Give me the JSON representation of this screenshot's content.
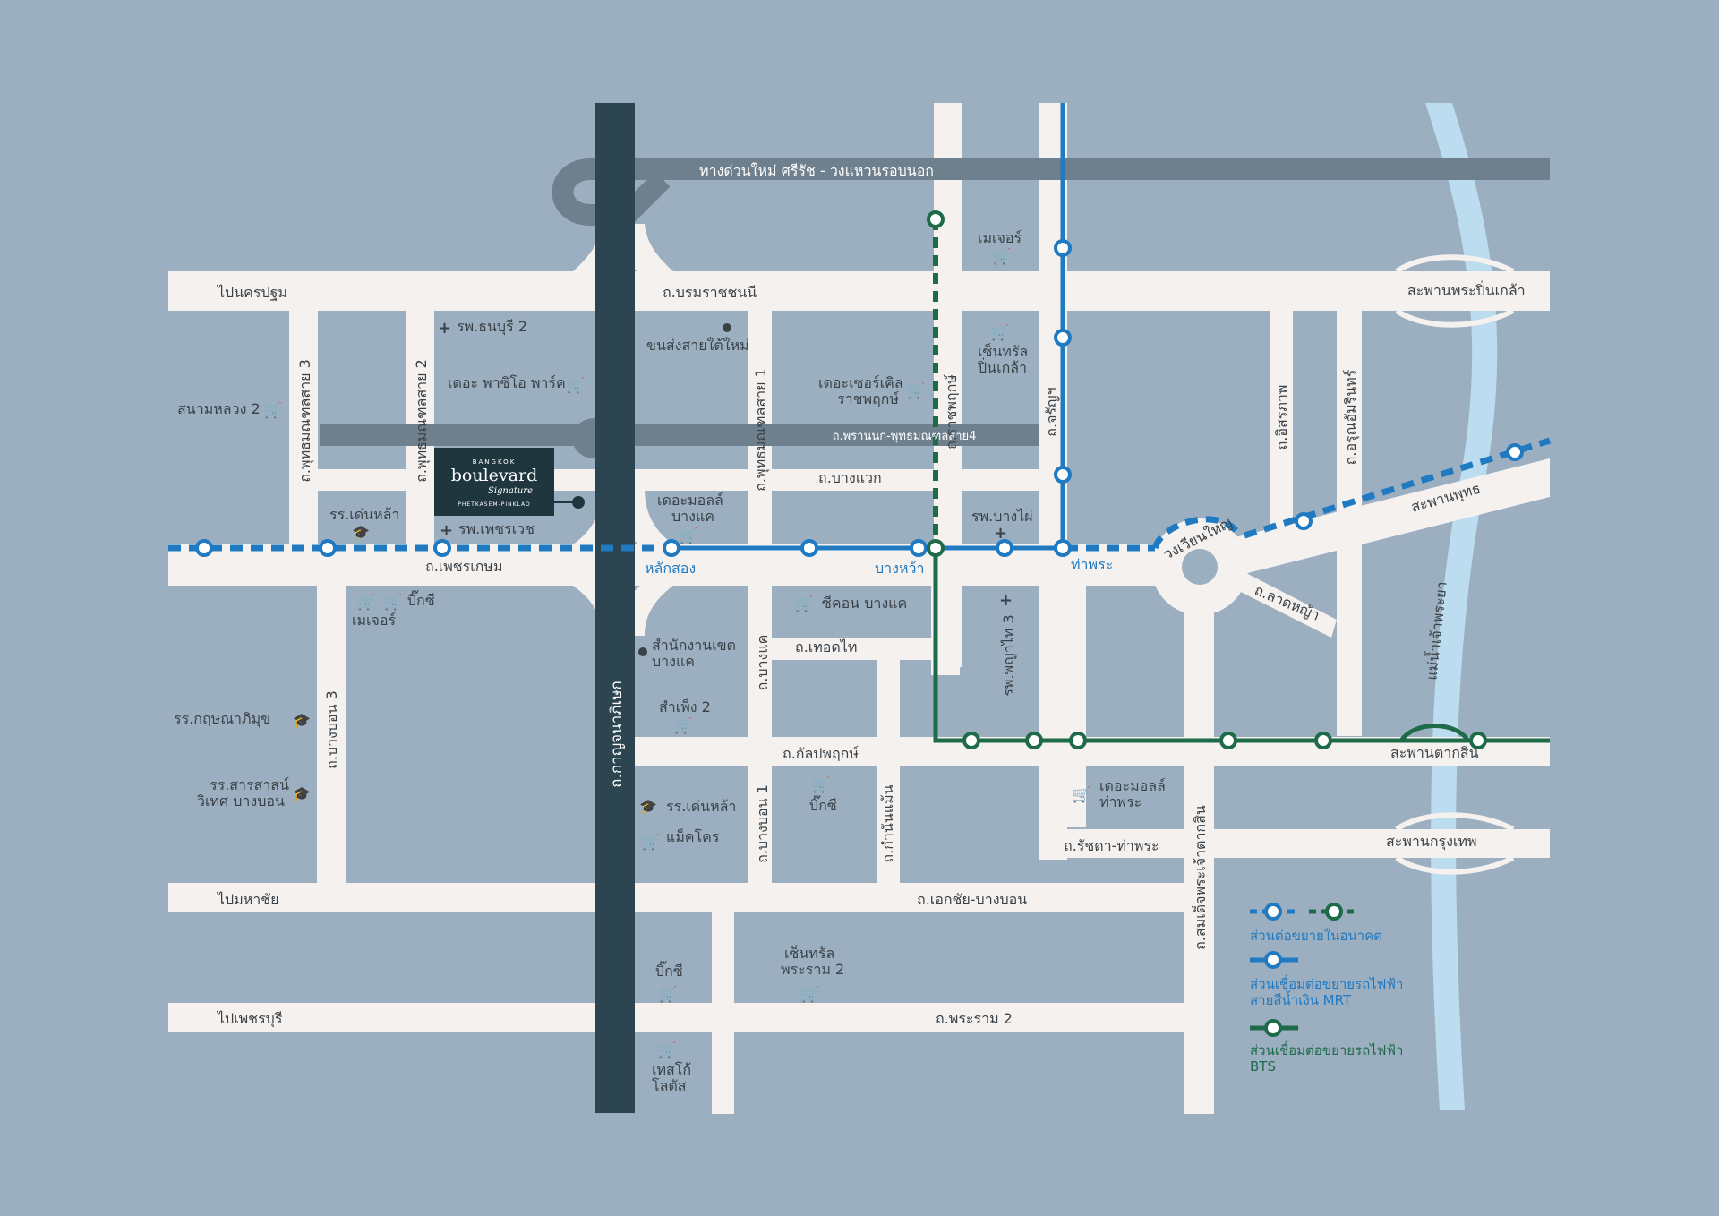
{
  "colors": {
    "background": "#9cafc0",
    "road": "#f5f1ee",
    "expressway": "#6e7f8d",
    "main_road": "#2c4550",
    "river": "#bcdcf0",
    "mrt_line": "#1f7ac2",
    "bts_line": "#1e6b4a",
    "text": "#3a4248"
  },
  "brand": {
    "top": "BANGKOK",
    "name": "boulevard",
    "script": "Signature",
    "sub": "PHETKASEM-PINKLAO"
  },
  "roads": {
    "expressway_top": "ทางด่วนใหม่ ศรีรัช - วงแหวนรอบนอก",
    "expressway_mid": "ถ.พรานนก-พุทธมณฑลสาย4",
    "to_nakhon_pathom": "ไปนครปฐม",
    "borommaratchachonnani": "ถ.บรมราชชนนี",
    "phetkasem": "ถ.เพชรเกษม",
    "to_mahachai": "ไปมหาชัย",
    "ekkachai": "ถ.เอกชัย-บางบอน",
    "to_phetchaburi": "ไปเพชรบุรี",
    "rama2": "ถ.พระราม 2",
    "kanchanaphisek": "ถ.กาญจนาภิเษก",
    "bang_waek": "ถ.บางแวก",
    "phutthamonthon3": "ถ.พุทธมณฑลสาย 3",
    "phutthamonthon2": "ถ.พุทธมณฑลสาย 2",
    "phutthamonthon1": "ถ.พุทธมณฑลสาย 1",
    "ratchaphruek": "ถ.ราชพฤกษ์",
    "charan": "ถ.จรัญฯ",
    "itsaraphap": "ถ.อิสรภาพ",
    "arun_amarin": "ถ.อรุณอัมรินทร์",
    "bang_bon3": "ถ.บางบอน 3",
    "bang_khae": "ถ.บางแค",
    "bang_bon1": "ถ.บางบอน 1",
    "thoet_thai": "ถ.เทอดไท",
    "kanlapaphruek": "ถ.กัลปพฤกษ์",
    "kamnan_maen": "ถ.กำนันแม้น",
    "somdet_phra_chao_taksin": "ถ.สมเด็จพระเจ้าตากสิน",
    "ratchada_thapra": "ถ.รัชดา-ท่าพระ",
    "lat_ya": "ถ.ลาดหญ้า",
    "wongwian_yai": "วงเวียนใหญ่",
    "phra_pinklao_bridge": "สะพานพระปิ่นเกล้า",
    "phut_bridge": "สะพานพุทธ",
    "taksin_bridge": "สะพานตากสิน",
    "krungthep_bridge": "สะพานกรุงเทพ",
    "chao_phraya": "แม่น้ำเจ้าพระยา"
  },
  "stations": {
    "lak_song": "หลักสอง",
    "bang_wa": "บางหว้า",
    "tha_phra": "ท่าพระ"
  },
  "places": {
    "major_top": "เมเจอร์",
    "thonburi2": "รพ.ธนบุรี 2",
    "southern_bus": "ขนส่งสายใต้ใหม่",
    "paseo": "เดอะ พาซิโอ พาร์ค",
    "sanam_luang2": "สนามหลวง 2",
    "circle_1": "เดอะเซอร์เคิล",
    "circle_2": "ราชพฤกษ์",
    "central_pinklao_1": "เซ็นทรัล",
    "central_pinklao_2": "ปิ่นเกล้า",
    "mall_bangkhae_1": "เดอะมอลล์",
    "mall_bangkhae_2": "บางแค",
    "bang_phai": "รพ.บางไผ่",
    "den_la": "รร.เด่นหล้า",
    "phyathai3": "รพ.พญาไท 3",
    "phetkasem_hospital": "รพ.เพชรเวช",
    "bigc_1": "บิ๊กซี",
    "major_1": "เมเจอร์",
    "seacon": "ซีคอน บางแค",
    "district_1": "สำนักงานเขต",
    "district_2": "บางแค",
    "sampheng2": "สำเพ็ง 2",
    "kritsana": "รร.กฤษณาภิมุข",
    "sarasas_1": "รร.สารสาสน์",
    "sarasas_2": "วิเทศ บางบอน",
    "den_la2": "รร.เด่นหล้า",
    "makro": "แม็คโคร",
    "bigc_2": "บิ๊กซี",
    "mall_thapra_1": "เดอะมอลล์",
    "mall_thapra_2": "ท่าพระ",
    "bigc_3": "บิ๊กซี",
    "central_rama2_1": "เซ็นทรัล",
    "central_rama2_2": "พระราม 2",
    "lotus_1": "เทสโก้",
    "lotus_2": "โลตัส"
  },
  "legend": {
    "future": "ส่วนต่อขยายในอนาคต",
    "mrt_1": "ส่วนเชื่อมต่อขยายรถไฟฟ้า",
    "mrt_2": "สายสีน้ำเงิน MRT",
    "bts_1": "ส่วนเชื่อมต่อขยายรถไฟฟ้า",
    "bts_2": "BTS"
  }
}
